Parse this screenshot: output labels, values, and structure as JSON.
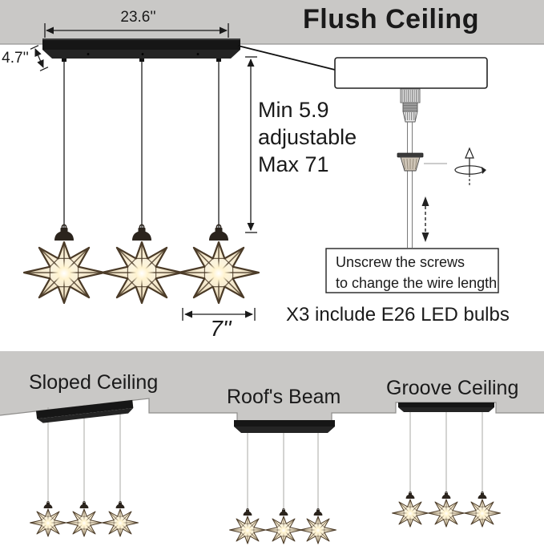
{
  "top_section": {
    "title": "Flush Ceiling",
    "width_dim": "23.6''",
    "depth_dim": "4.7''",
    "drop_dim": {
      "line1": "Min 5.9",
      "line2": "adjustable",
      "line3": "Max 71"
    },
    "shade_dim": "7''",
    "note_box": {
      "line1": "Unscrew the screws",
      "line2": "to change the wire length"
    },
    "bulbs_note": "X3 include E26 LED bulbs"
  },
  "bottom_section": {
    "panels": [
      {
        "label": "Sloped Ceiling"
      },
      {
        "label": "Roof's Beam"
      },
      {
        "label": "Groove Ceiling"
      }
    ]
  },
  "colors": {
    "ceiling_gray": "#c9c8c6",
    "bar_black": "#161616",
    "star_frame": "#4a3a27",
    "star_glow": "#fff6dd",
    "text": "#1a1a1a"
  }
}
